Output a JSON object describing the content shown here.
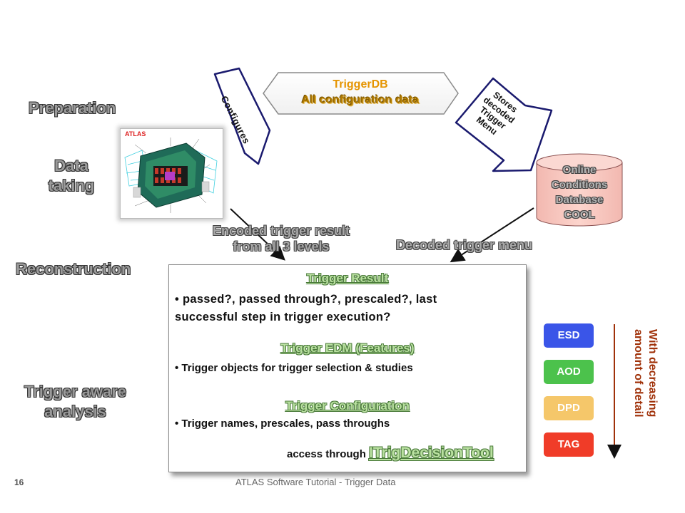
{
  "stages": {
    "preparation": "Preparation",
    "data_taking_line1": "Data",
    "data_taking_line2": "taking",
    "reconstruction": "Reconstruction",
    "analysis_line1": "Trigger aware",
    "analysis_line2": "analysis"
  },
  "triggerdb": {
    "title": "TriggerDB",
    "subtitle": "All configuration data"
  },
  "arrows": {
    "configures": "Configures",
    "stores": [
      "Stores",
      "decoded",
      "Trigger",
      "Menu"
    ]
  },
  "database": {
    "lines": [
      "Online",
      "Conditions",
      "Database",
      "COOL"
    ]
  },
  "detector": {
    "label": "ATLAS"
  },
  "captions": {
    "encoded_line1": "Encoded trigger result",
    "encoded_line2": "from all 3 levels",
    "decoded": "Decoded trigger menu"
  },
  "box": {
    "result_title": "Trigger Result",
    "result_text_line1": "passed?, passed through?,  prescaled?, last",
    "result_text_line2": "successful step in trigger execution?",
    "edm_title": "Trigger EDM (Features)",
    "edm_text": "Trigger objects for trigger selection & studies",
    "config_title": "Trigger Configuration",
    "config_text": "Trigger names, prescales, pass throughs",
    "access_prefix": "access through ",
    "access_tool": "ITrigDecisionTool"
  },
  "formats": [
    {
      "label": "ESD",
      "color": "#3a55e8"
    },
    {
      "label": "AOD",
      "color": "#4cc24c"
    },
    {
      "label": "DPD",
      "color": "#f5c76a"
    },
    {
      "label": "TAG",
      "color": "#f03c28"
    }
  ],
  "detail": {
    "line1": "With decreasing",
    "line2": "amount of detail"
  },
  "footer": {
    "page": "16",
    "title": "ATLAS Software Tutorial - Trigger Data"
  }
}
